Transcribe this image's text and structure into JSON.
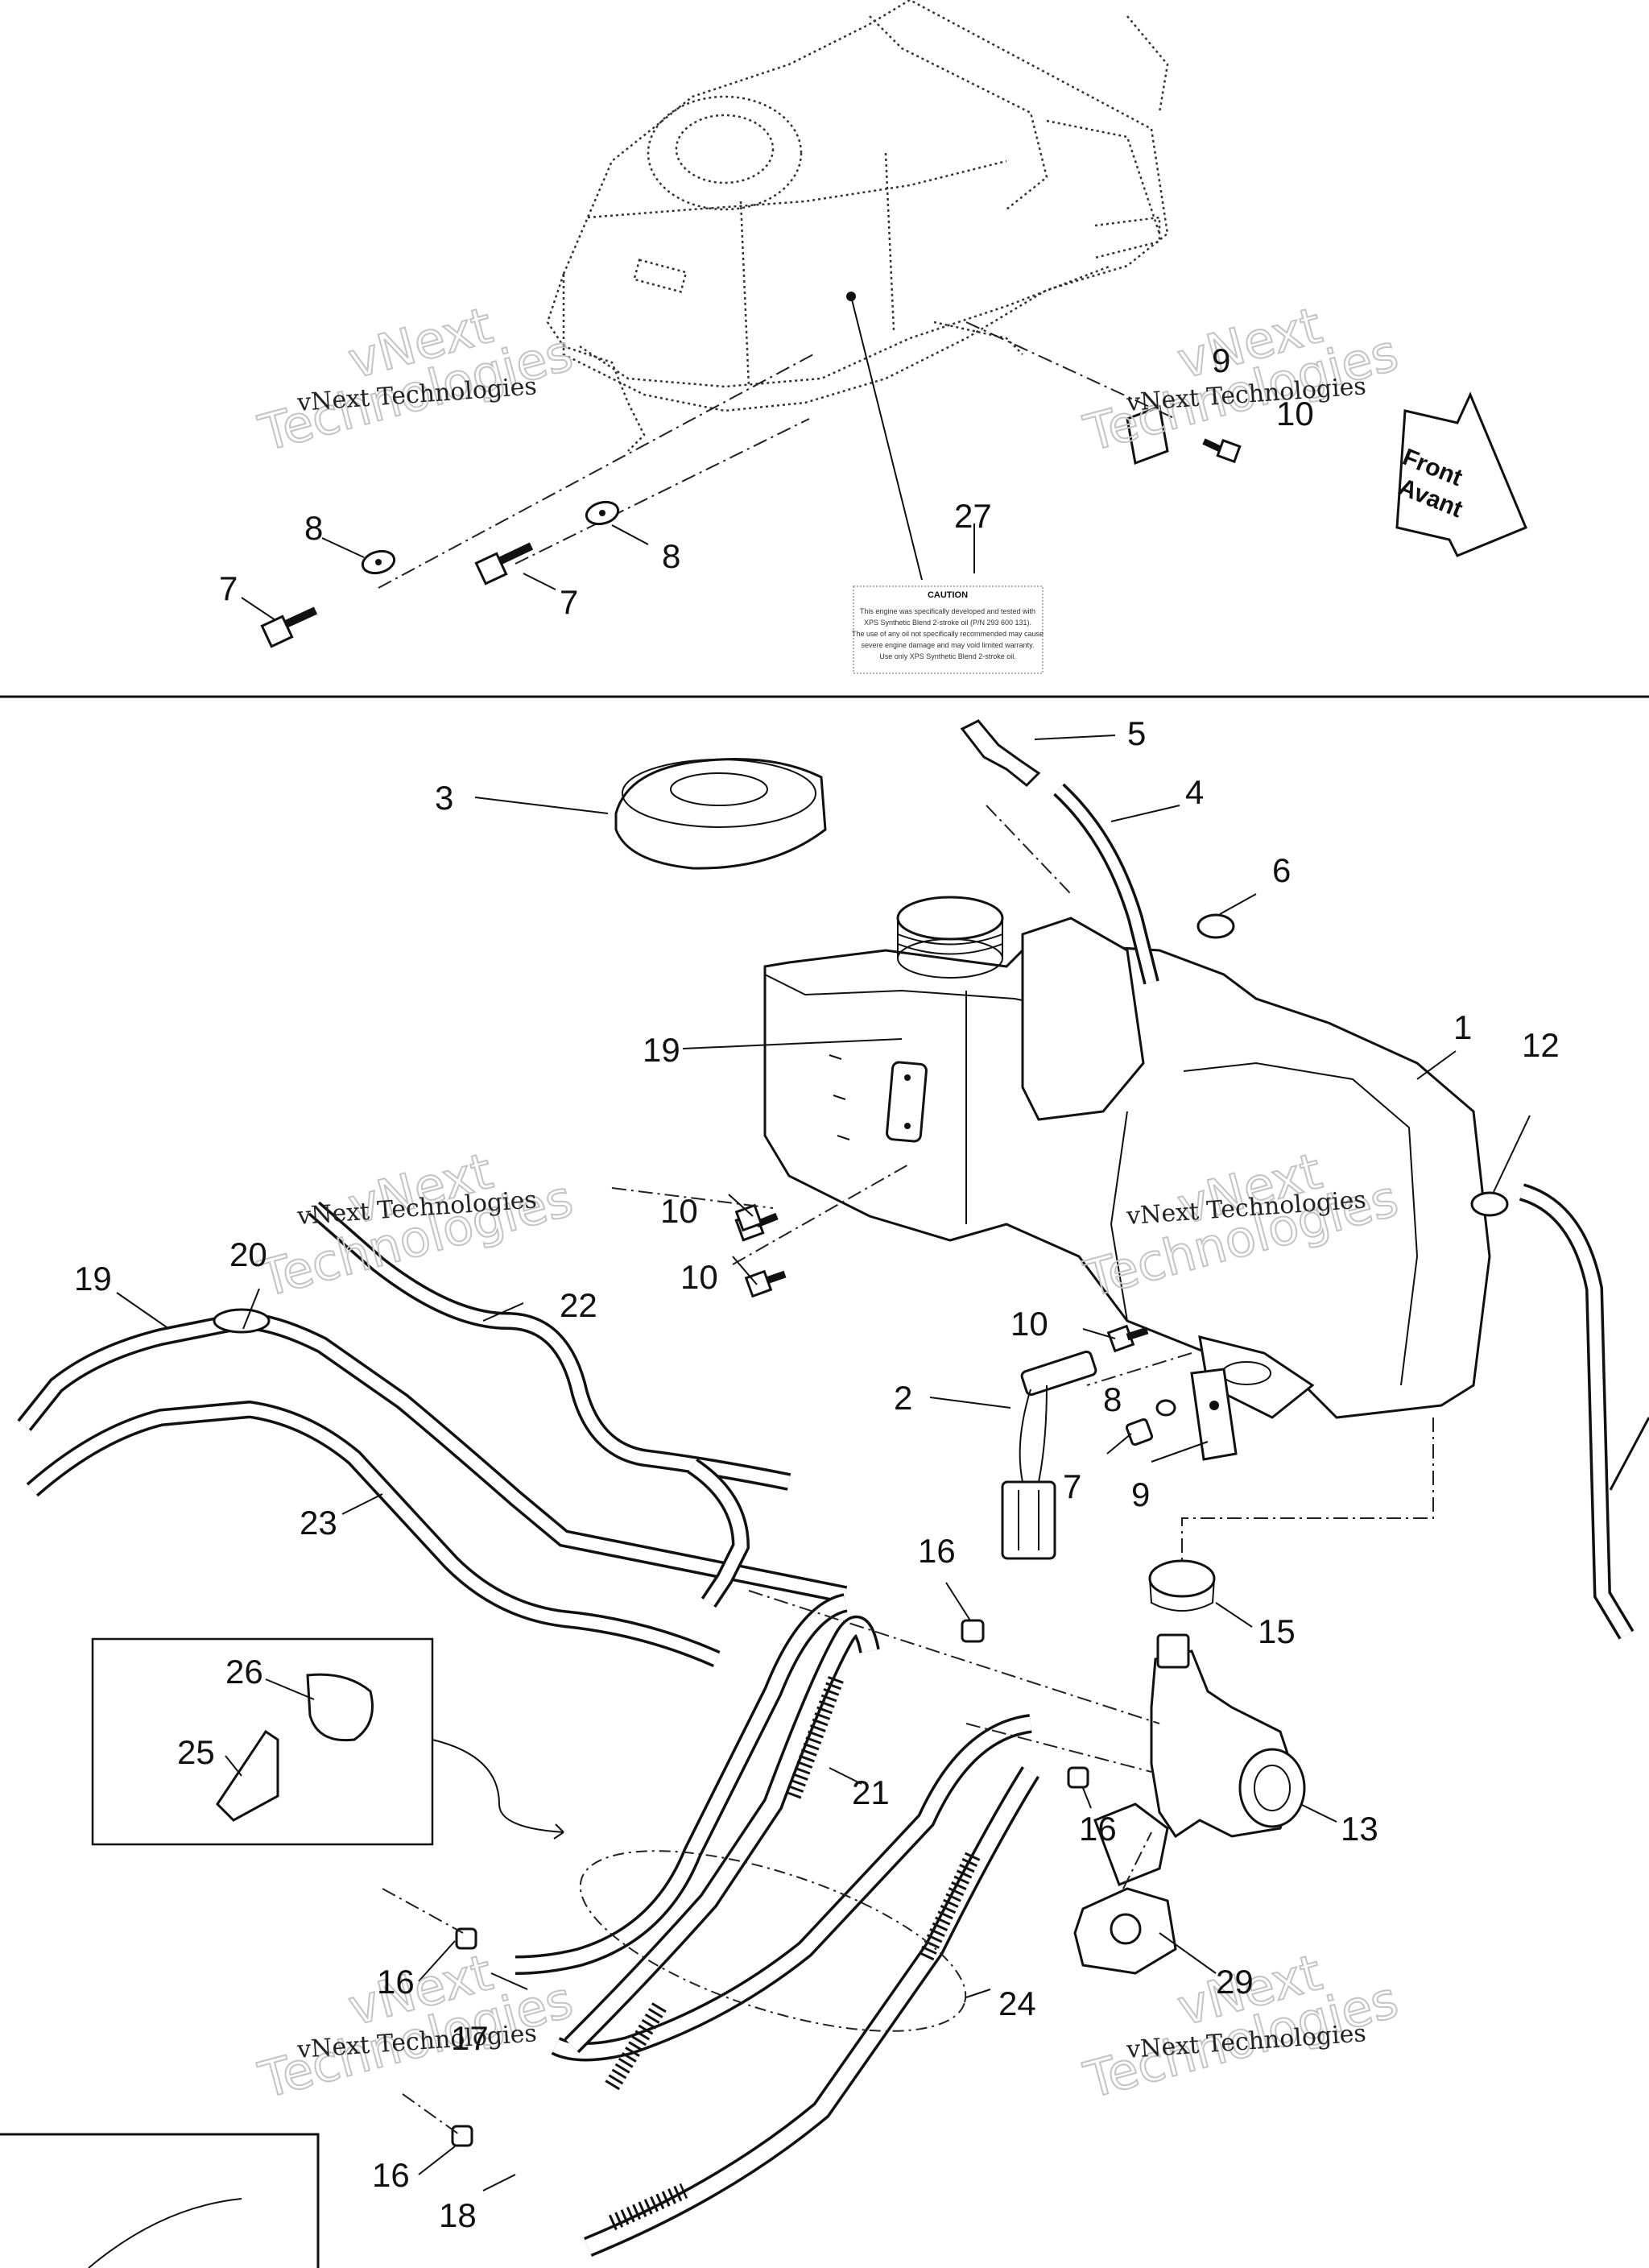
{
  "watermarks": {
    "brand_line": "vNext Technologies",
    "big_top": "vNext",
    "big_bottom": "Technologies"
  },
  "front_arrow": {
    "line1": "Front",
    "line2": "Avant"
  },
  "caution_label": {
    "title": "CAUTION",
    "lines": [
      "This engine was specifically developed and tested with",
      "XPS Synthetic Blend 2-stroke oil (P/N 293 600 131).",
      "The use of any oil not specifically recommended may cause",
      "severe engine damage and may void limited warranty.",
      "Use only XPS Synthetic Blend 2-stroke oil."
    ]
  },
  "callouts": [
    {
      "label": "8"
    },
    {
      "label": "7"
    },
    {
      "label": "7"
    },
    {
      "label": "8"
    },
    {
      "label": "27"
    },
    {
      "label": "9"
    },
    {
      "label": "10"
    },
    {
      "label": "5"
    },
    {
      "label": "4"
    },
    {
      "label": "3"
    },
    {
      "label": "6"
    },
    {
      "label": "1"
    },
    {
      "label": "12"
    },
    {
      "label": "19"
    },
    {
      "label": "10"
    },
    {
      "label": "10"
    },
    {
      "label": "10"
    },
    {
      "label": "2"
    },
    {
      "label": "8"
    },
    {
      "label": "7"
    },
    {
      "label": "9"
    },
    {
      "label": "20"
    },
    {
      "label": "19"
    },
    {
      "label": "22"
    },
    {
      "label": "23"
    },
    {
      "label": "16"
    },
    {
      "label": "15"
    },
    {
      "label": "26"
    },
    {
      "label": "25"
    },
    {
      "label": "21"
    },
    {
      "label": "13"
    },
    {
      "label": "16"
    },
    {
      "label": "29"
    },
    {
      "label": "16"
    },
    {
      "label": "24"
    },
    {
      "label": "17"
    },
    {
      "label": "16"
    },
    {
      "label": "18"
    }
  ]
}
